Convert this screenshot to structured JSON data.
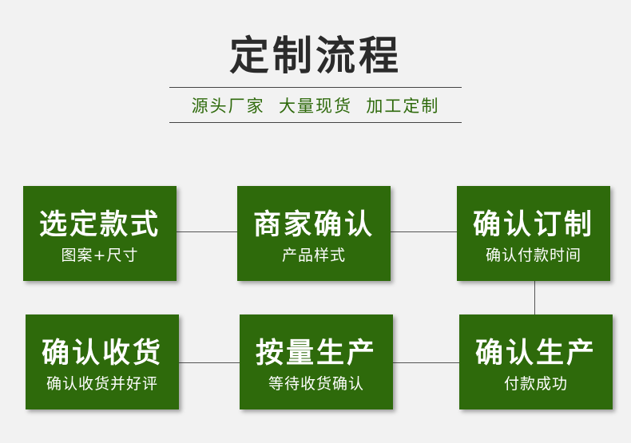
{
  "title": "定制流程",
  "subtitle": "源头厂家  大量现货  加工定制",
  "steps": [
    {
      "title": "选定款式",
      "detail": "图案+尺寸"
    },
    {
      "title": "商家确认",
      "detail": "产品样式"
    },
    {
      "title": "确认订制",
      "detail": "确认付款时间"
    },
    {
      "title": "确认生产",
      "detail": "付款成功"
    },
    {
      "title": "按量生产",
      "detail": "等待收货确认"
    },
    {
      "title": "确认收货",
      "detail": "确认收货并好评"
    }
  ],
  "colors": {
    "box": "#2e6a0b",
    "subtitle": "#2f6a0c",
    "title": "#2b2b2b"
  }
}
